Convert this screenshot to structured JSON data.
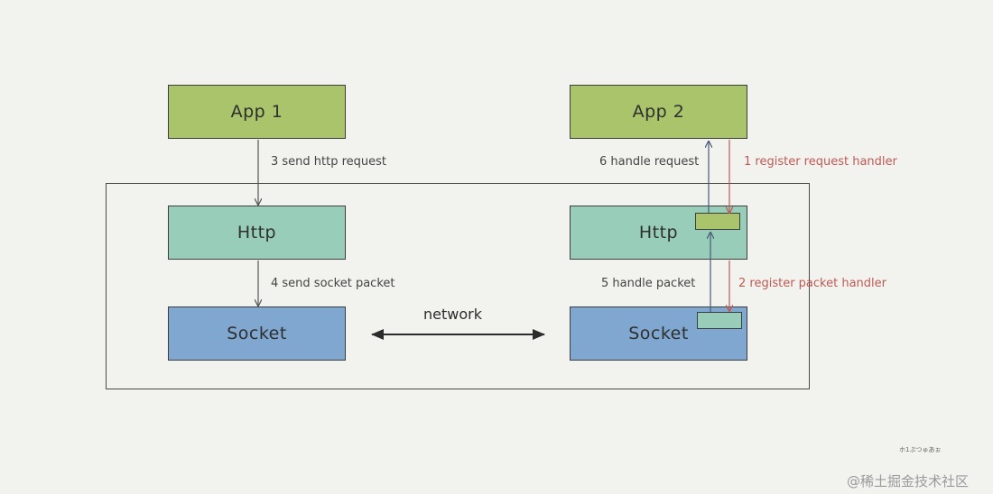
{
  "nodes": {
    "app1": "App 1",
    "app2": "App 2",
    "http_left": "Http",
    "http_right": "Http",
    "socket_left": "Socket",
    "socket_right": "Socket"
  },
  "labels": {
    "step3": "3 send http request",
    "step4": "4 send socket packet",
    "step6": "6 handle request",
    "step5": "5 handle packet",
    "step1": "1 register request handler",
    "step2": "2 register packet handler",
    "network": "network"
  },
  "footer": {
    "signature": "ホ1ぷつゅあぉ",
    "watermark": "@稀土掘金技术社区"
  },
  "colors": {
    "app": "#a9c46a",
    "http": "#97cdb9",
    "socket": "#7fa7cf",
    "register_arrow": "#c05a55",
    "handle_arrow": "#4a5a7a"
  }
}
